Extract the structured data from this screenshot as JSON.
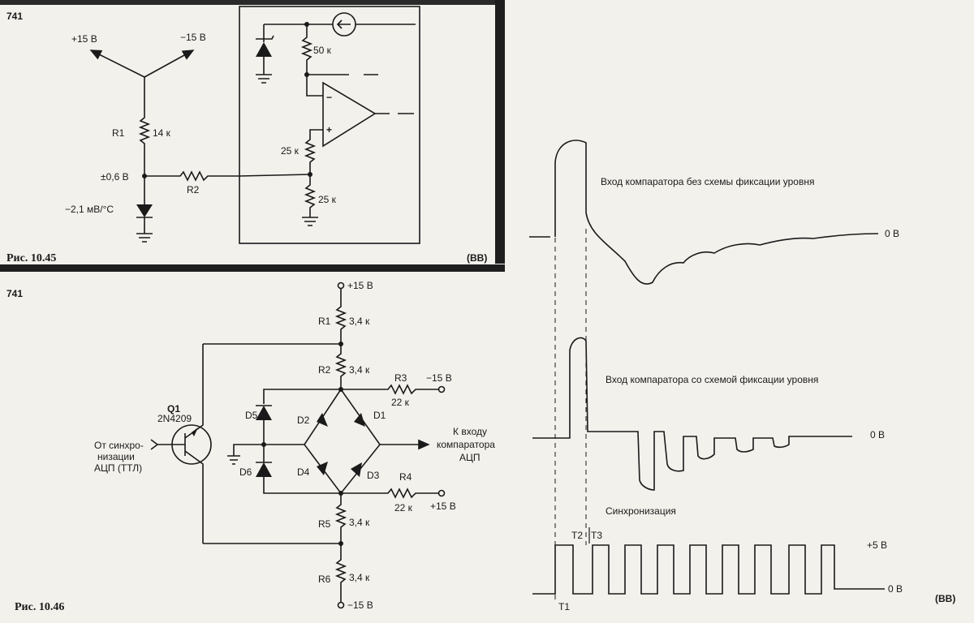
{
  "fig45": {
    "ic": "741",
    "vplus": "+15 В",
    "vminus": "−15 В",
    "r1_name": "R1",
    "r1_val": "14 к",
    "node_v": "±0,6 В",
    "r2_name": "R2",
    "diode_tc": "−2,1 мВ/°С",
    "r50": "50 к",
    "r25a": "25 к",
    "r25b": "25 к",
    "caption": "Рис. 10.45",
    "credit": "(ВВ)"
  },
  "fig46": {
    "ic": "741",
    "top_supply": "+15 В",
    "bottom_supply": "−15 В",
    "r1": {
      "name": "R1",
      "val": "3,4 к"
    },
    "r2": {
      "name": "R2",
      "val": "3,4 к"
    },
    "r3": {
      "name": "R3",
      "val": "22 к",
      "supply": "−15 В"
    },
    "r4": {
      "name": "R4",
      "val": "22 к",
      "supply": "+15 В"
    },
    "r5": {
      "name": "R5",
      "val": "3,4 к"
    },
    "r6": {
      "name": "R6",
      "val": "3,4 к"
    },
    "q1_name": "Q1",
    "q1_part": "2N4209",
    "d1": "D1",
    "d2": "D2",
    "d3": "D3",
    "d4": "D4",
    "d5": "D5",
    "d6": "D6",
    "input_l1": "От синхро-",
    "input_l2": "низации",
    "input_l3": "АЦП (ТТЛ)",
    "output_l1": "К входу",
    "output_l2": "компаратора",
    "output_l3": "АЦП",
    "caption": "Рис. 10.46"
  },
  "waves": {
    "w1_title": "Вход компаратора без схемы фиксации уровня",
    "w1_zero": "0 В",
    "w2_title": "Вход компаратора со схемой фиксации уровня",
    "w2_zero": "0 В",
    "w3_title": "Синхронизация",
    "w3_high": "+5 В",
    "w3_zero": "0 В",
    "t1": "T1",
    "t2": "T2",
    "t3": "T3",
    "credit": "(ВВ)"
  }
}
